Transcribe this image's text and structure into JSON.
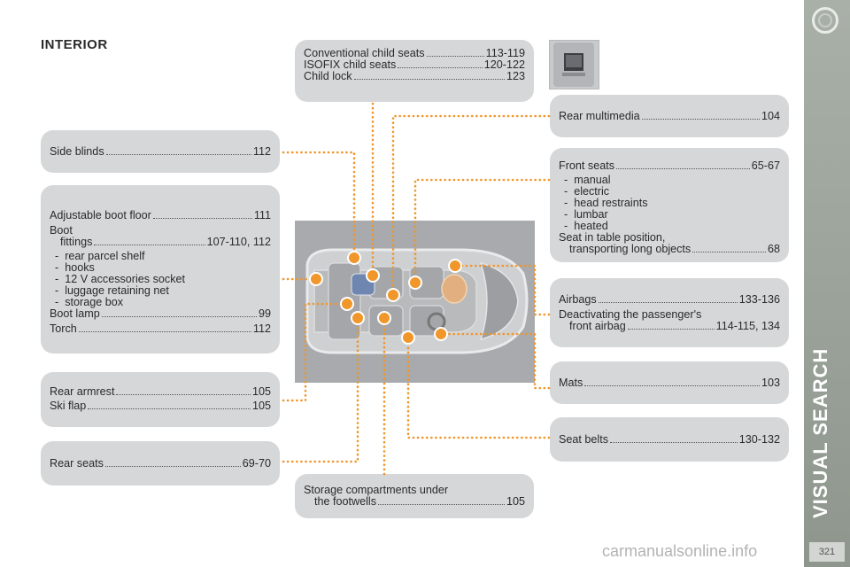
{
  "title": "INTERIOR",
  "sidebar": {
    "label": "VISUAL SEARCH",
    "page": "321"
  },
  "watermark": "carmanualsonline.info",
  "boxes": {
    "child": {
      "rows": [
        {
          "label": "Conventional child seats",
          "page": "113-119"
        },
        {
          "label": "ISOFIX child seats",
          "page": "120-122"
        },
        {
          "label": "Child lock",
          "page": "123"
        }
      ]
    },
    "multimedia": {
      "rows": [
        {
          "label": "Rear multimedia",
          "page": "104"
        }
      ]
    },
    "side_blinds": {
      "rows": [
        {
          "label": "Side blinds",
          "page": "112"
        }
      ]
    },
    "boot": {
      "row1": {
        "label": "Adjustable boot floor",
        "page": "111"
      },
      "boot_label": "Boot",
      "fittings": {
        "label": "fittings",
        "page": "107-110, 112"
      },
      "subs": [
        "rear parcel shelf",
        "hooks",
        "12 V accessories socket",
        "luggage retaining net",
        "storage box"
      ],
      "lamp": {
        "label": "Boot lamp",
        "page": "99"
      },
      "torch": {
        "label": "Torch",
        "page": "112"
      }
    },
    "front_seats": {
      "row1": {
        "label": "Front seats",
        "page": "65-67"
      },
      "subs": [
        "manual",
        "electric",
        "head restraints",
        "lumbar",
        "heated"
      ],
      "table_line": "Seat in table position,",
      "transport": {
        "label": "transporting long objects",
        "page": "68"
      }
    },
    "airbags": {
      "row1": {
        "label": "Airbags",
        "page": "133-136"
      },
      "deact_line": "Deactivating the passenger's",
      "front": {
        "label": "front airbag",
        "page": "114-115, 134"
      }
    },
    "armrest": {
      "rows": [
        {
          "label": "Rear armrest",
          "page": "105"
        },
        {
          "label": "Ski flap",
          "page": "105"
        }
      ]
    },
    "mats": {
      "rows": [
        {
          "label": "Mats",
          "page": "103"
        }
      ]
    },
    "rear_seats": {
      "rows": [
        {
          "label": "Rear seats",
          "page": "69-70"
        }
      ]
    },
    "belts": {
      "rows": [
        {
          "label": "Seat belts",
          "page": "130-132"
        }
      ]
    },
    "storage": {
      "line1": "Storage compartments under",
      "row": {
        "label": "the footwells",
        "page": "105"
      }
    }
  },
  "colors": {
    "accent": "#f0962a",
    "box": "#d6d7d9",
    "sidebar": "#9aa199"
  }
}
